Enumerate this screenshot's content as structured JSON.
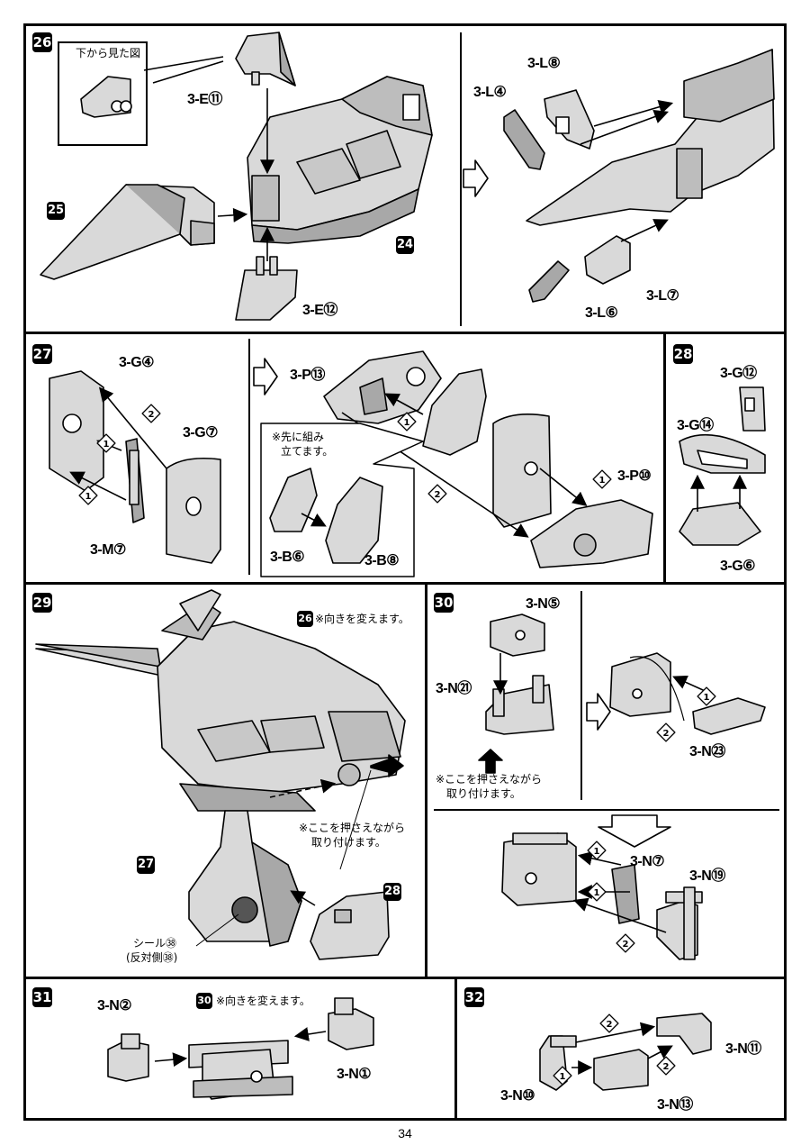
{
  "page_number": "34",
  "steps": {
    "s26": {
      "number": "26",
      "inset_title": "下から見た図",
      "labels": {
        "e11": "3-E⑪",
        "e12": "3-E⑫",
        "ref25": "25",
        "ref24": "24",
        "l4": "3-L④",
        "l8": "3-L⑧",
        "l7": "3-L⑦",
        "l6": "3-L⑥"
      }
    },
    "s27": {
      "number": "27",
      "labels": {
        "g4": "3-G④",
        "g7": "3-G⑦",
        "m7": "3-M⑦",
        "p13": "3-P⑬",
        "p10": "3-P⑩",
        "b6": "3-B⑥",
        "b8": "3-B⑧"
      },
      "pre_note_1": "※先に組み",
      "pre_note_2": "立てます。",
      "order": {
        "one": "1",
        "two": "2"
      }
    },
    "s28": {
      "number": "28",
      "labels": {
        "g12": "3-G⑫",
        "g14": "3-G⑭",
        "g6": "3-G⑥"
      }
    },
    "s29": {
      "number": "29",
      "ref26": "26",
      "turn_note": "※向きを変えます。",
      "press_note_1": "※ここを押さえながら",
      "press_note_2": "取り付けます。",
      "ref27": "27",
      "ref28": "28",
      "seal_1": "シール㊳",
      "seal_2": "(反対側㊳)"
    },
    "s30": {
      "number": "30",
      "labels": {
        "n5": "3-N⑤",
        "n21": "3-N㉑",
        "n23": "3-N㉓",
        "n7": "3-N⑦",
        "n19": "3-N⑲"
      },
      "press_note_1": "※ここを押さえながら",
      "press_note_2": "取り付けます。"
    },
    "s31": {
      "number": "31",
      "labels": {
        "n2": "3-N②",
        "n1": "3-N①"
      },
      "ref30": "30",
      "turn_note": "※向きを変えます。"
    },
    "s32": {
      "number": "32",
      "labels": {
        "n10": "3-N⑩",
        "n11": "3-N⑪",
        "n13": "3-N⑬"
      }
    }
  },
  "colors": {
    "part_fill": "#d9d9d9",
    "part_shadow": "#a8a8a8",
    "line": "#000000"
  }
}
